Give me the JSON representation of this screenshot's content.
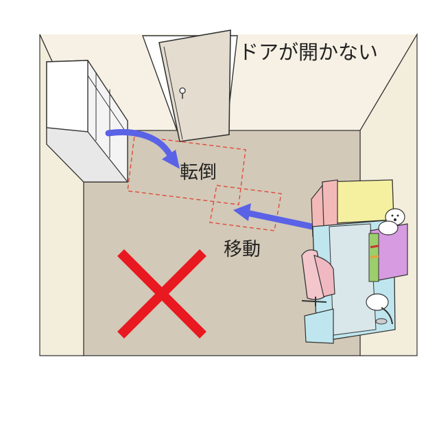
{
  "labels": {
    "door_stuck": "ドアが開かない",
    "tip_over": "転倒",
    "move": "移動"
  },
  "colors": {
    "wall": "#f6f1e4",
    "floor": "#d2c9b8",
    "door": "#e3dccf",
    "arrow": "#5a62e6",
    "danger_x": "#e81920",
    "dash": "#e04a3a",
    "shelf_pink": "#f3b9b9",
    "shelf_yellow": "#f4f0a0",
    "desk_teal": "#bfe6ee",
    "chair_pink": "#f3c6cc",
    "organizer_purple": "#d69be0"
  },
  "icons": {
    "danger": "cross-mark-icon",
    "arrow_tip": "curved-arrow-icon",
    "arrow_move": "straight-arrow-icon"
  }
}
